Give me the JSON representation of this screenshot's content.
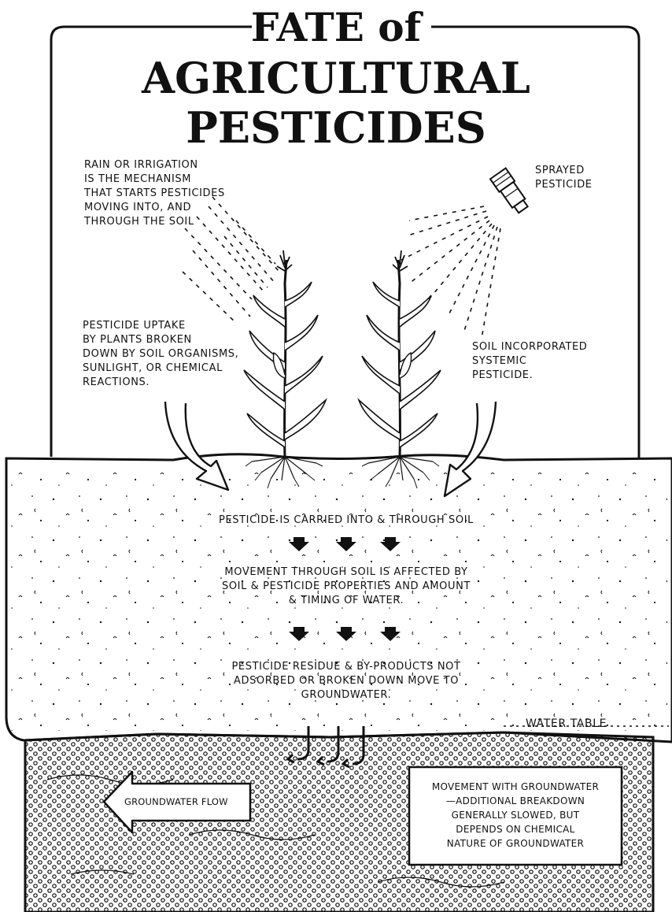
{
  "title": {
    "line1": "FATE of",
    "line2": "AGRICULTURAL",
    "line3": "PESTICIDES"
  },
  "labels": {
    "rain": "RAIN or IRRIGATION\nIS THE MECHANISM\nTHAT STARTS PESTICIDES\nMOVING INTO, and\nTHROUGH THE SOIL",
    "sprayed": "SPRAYED\nPESTICIDE",
    "uptake": "PESTICIDE UPTAKE\nBY PLANTS BROKEN\nDOWN BY SOIL ORGANISMS,\nSUNLIGHT, or CHEMICAL\nREACTIONS.",
    "systemic": "SOIL INCORPORATED\nSYSTEMIC\nPESTICIDE.",
    "step1": "PESTICIDE IS CARRIED INTO & THROUGH SOIL",
    "step2": "MOVEMENT THROUGH SOIL IS AFFECTED BY\nSOIL & PESTICIDE PROPERTIES and AMOUNT\n& TIMING of WATER.",
    "step3": "PESTICIDE RESIDUE & BY-PRODUCTS NOT\nADSORBED or BROKEN DOWN MOVE TO\nGROUNDWATER.",
    "water_table": "WATER TABLE",
    "groundwater_flow": "GROUNDWATER FLOW",
    "movement_groundwater": "MOVEMENT WITH GROUNDWATER\n—ADDITIONAL BREAKDOWN\nGENERALLY SLOWED, BUT\nDEPENDS ON CHEMICAL\nNATURE of GROUNDWATER"
  }
}
